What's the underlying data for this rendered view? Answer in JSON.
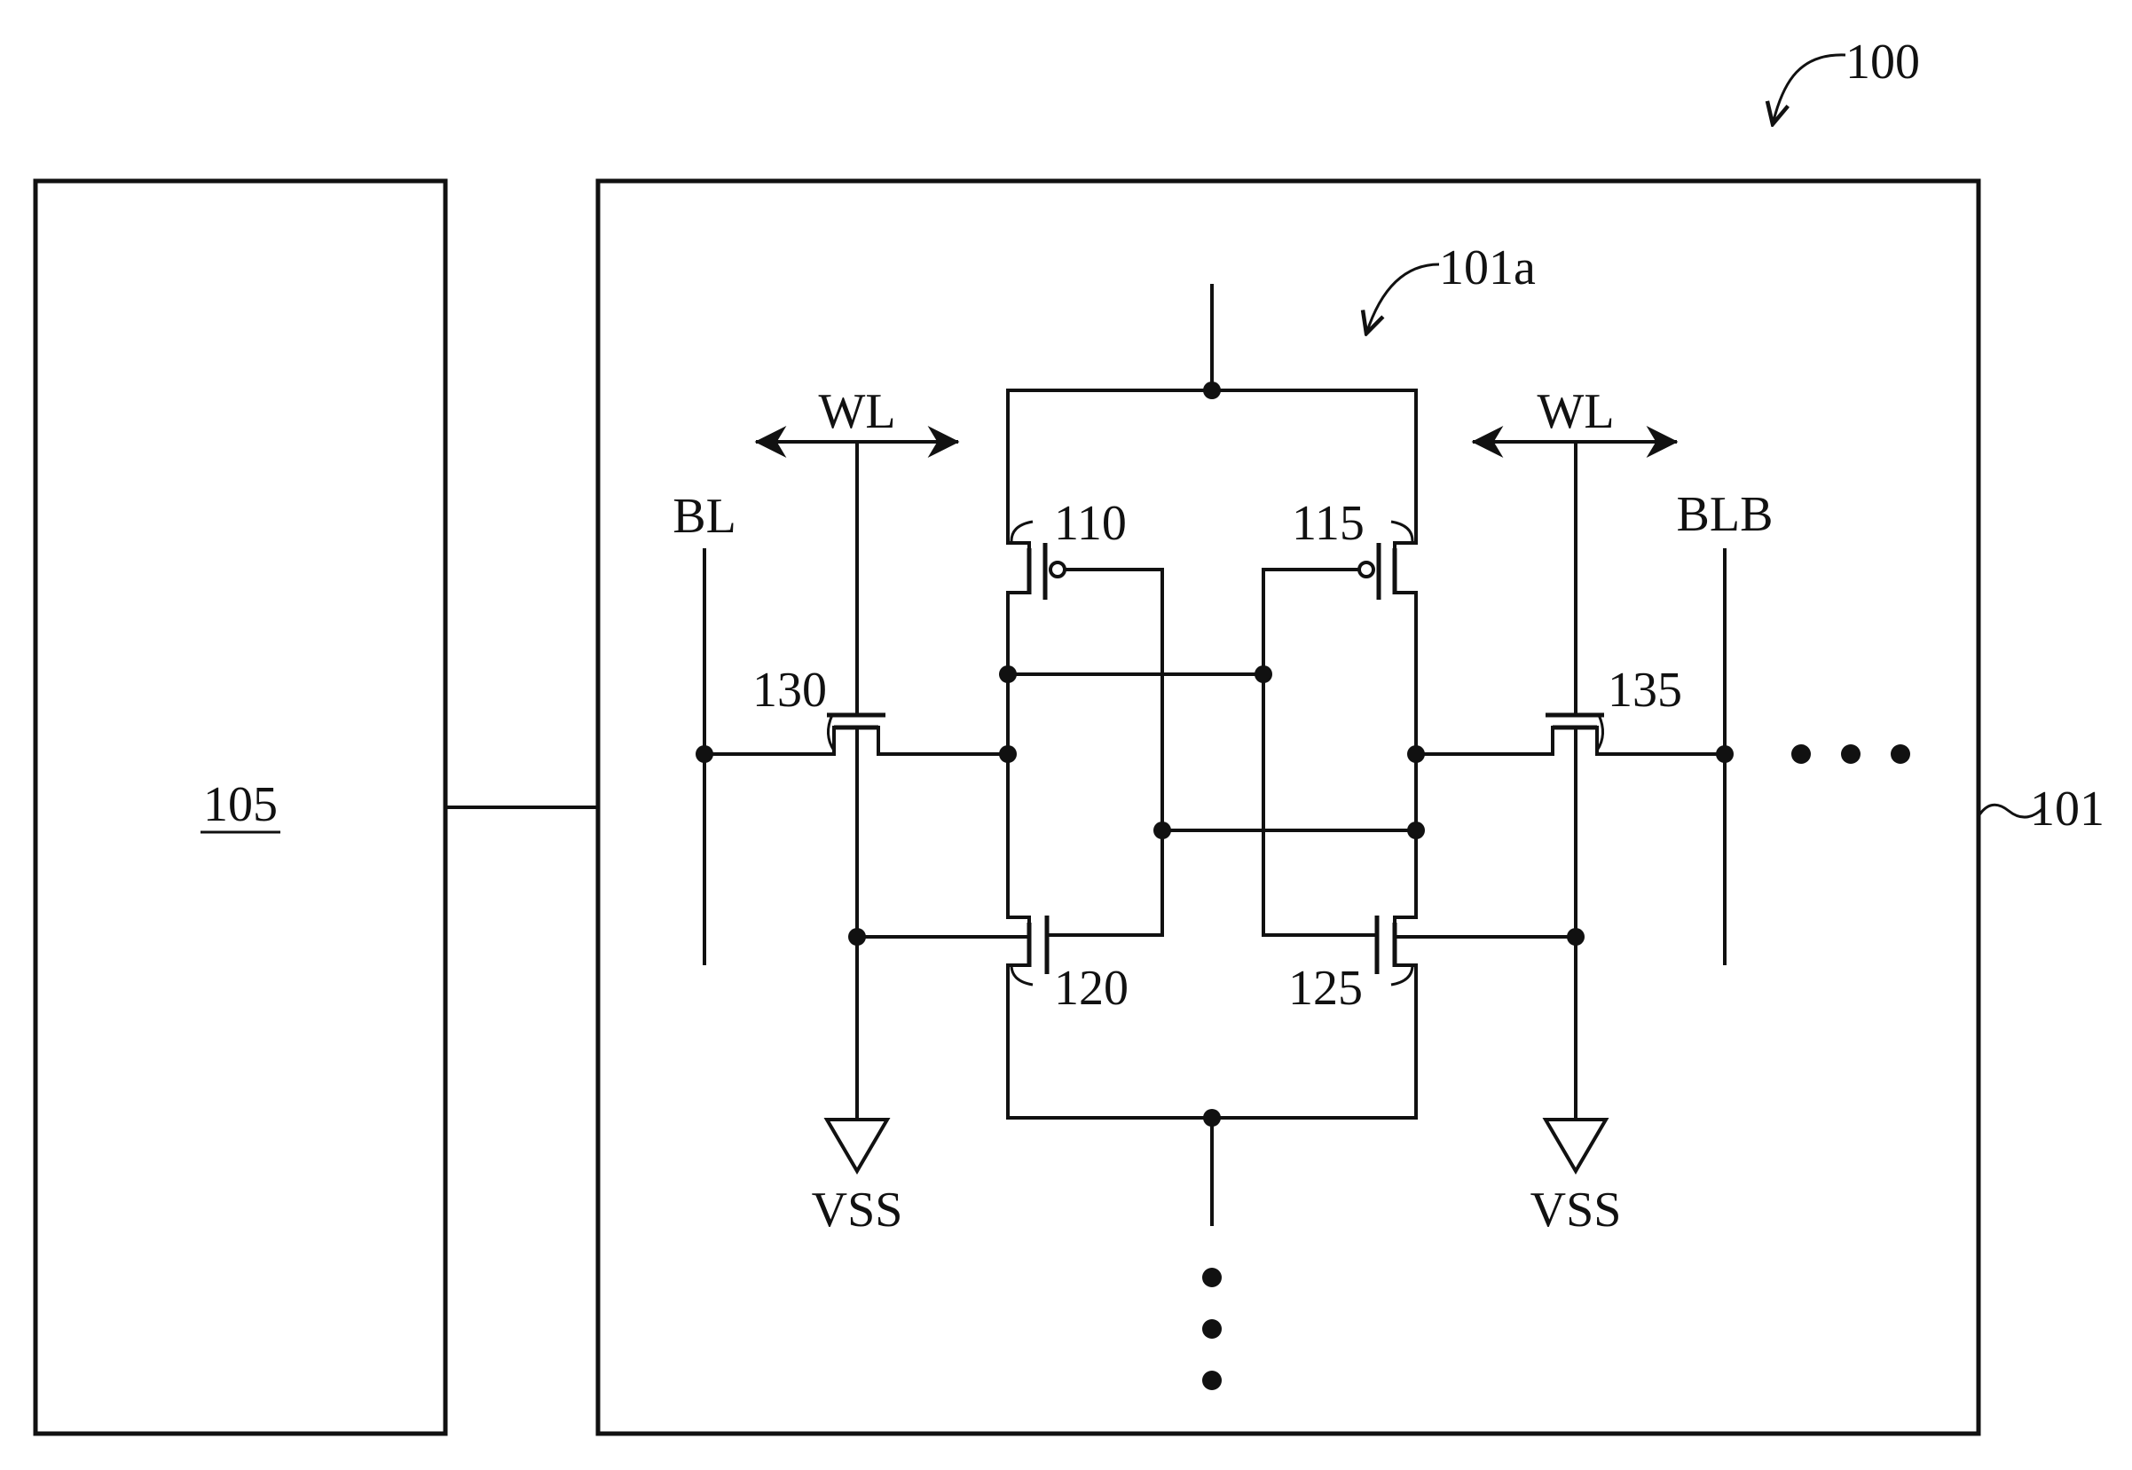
{
  "figure": {
    "ref_system": "100",
    "ref_block": "105",
    "ref_array": "101",
    "ref_cell": "101a"
  },
  "transistors": {
    "pullup_left": "110",
    "pullup_right": "115",
    "pulldown_left": "120",
    "pulldown_right": "125",
    "pass_left": "130",
    "pass_right": "135"
  },
  "signals": {
    "wl_left": "WL",
    "wl_right": "WL",
    "bl": "BL",
    "blb": "BLB",
    "vss_left": "VSS",
    "vss_right": "VSS"
  },
  "colors": {
    "ink": "#111111",
    "background": "#ffffff"
  }
}
